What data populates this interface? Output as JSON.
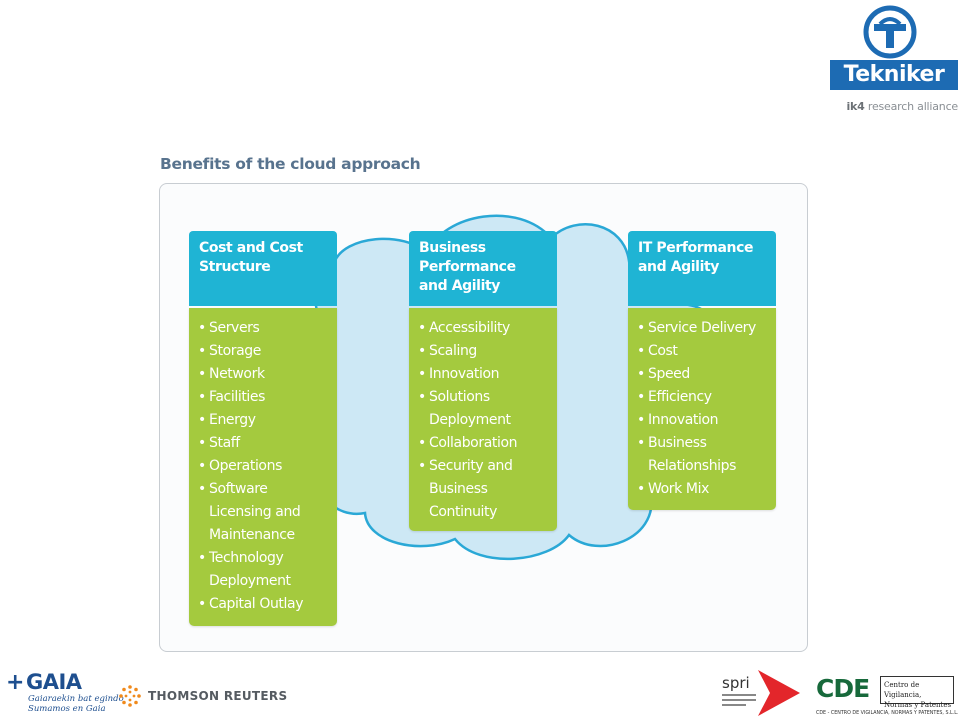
{
  "header": {
    "logo_name": "Tekniker",
    "logo_tagline_brand": "ik4",
    "logo_tagline_text": "research alliance"
  },
  "figure": {
    "title": "Benefits of the cloud approach",
    "columns": [
      {
        "heading": [
          "Cost and Cost",
          "Structure"
        ],
        "items": [
          "Servers",
          "Storage",
          "Network",
          "Facilities",
          "Energy",
          "Staff",
          "Operations",
          "Software Licensing and Maintenance",
          "Technology Deployment",
          "Capital Outlay"
        ]
      },
      {
        "heading": [
          "Business",
          "Performance",
          "and Agility"
        ],
        "items": [
          "Accessibility",
          "Scaling",
          "Innovation",
          "Solutions Deployment",
          "Collaboration",
          "Security and Business Continuity"
        ]
      },
      {
        "heading": [
          "IT Performance",
          "and Agility"
        ],
        "items": [
          "Service Delivery",
          "Cost",
          "Speed",
          "Efficiency",
          "Innovation",
          "Business Relationships",
          "Work Mix"
        ]
      }
    ],
    "colors": {
      "heading_bg": "#1fb4d4",
      "body_bg": "#a4ca3e",
      "cloud_fill": "#cde8f5",
      "cloud_stroke": "#2aa8d6",
      "title": "#58738e"
    }
  },
  "footer": {
    "gaia_name": "GAIA",
    "gaia_tagline_1": "Gaiaraekin bat egindo",
    "gaia_tagline_2": "Sumamos en Gaia",
    "thomson_reuters": "THOMSON REUTERS",
    "spri": "spri",
    "cde_name": "CDE",
    "cde_box_1": "Centro de Vigilancia,",
    "cde_box_2": "Normas y Patentes",
    "cde_full": "CDE - CENTRO DE VIGILANCIA, NORMAS Y PATENTES, S.L.L."
  }
}
